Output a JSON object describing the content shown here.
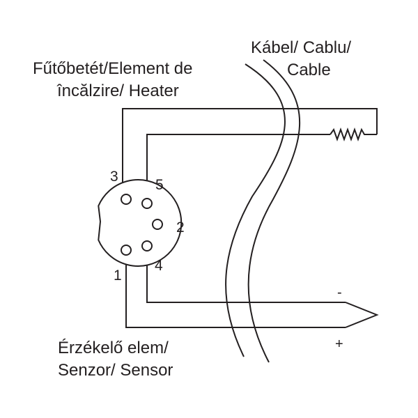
{
  "labels": {
    "heater_line1": "Fűtőbetét/Element de",
    "heater_line2": "încălzire/ Heater",
    "cable_line1": "Kábel/ Cablu/",
    "cable_line2": "Cable",
    "sensor_line1": "Érzékelő elem/",
    "sensor_line2": "Senzor/ Sensor"
  },
  "pins": {
    "pin1": "1",
    "pin2": "2",
    "pin3": "3",
    "pin4": "4",
    "pin5": "5"
  },
  "polarity": {
    "minus": "-",
    "plus": "+"
  },
  "colors": {
    "line": "#231f20",
    "background": "#ffffff"
  }
}
